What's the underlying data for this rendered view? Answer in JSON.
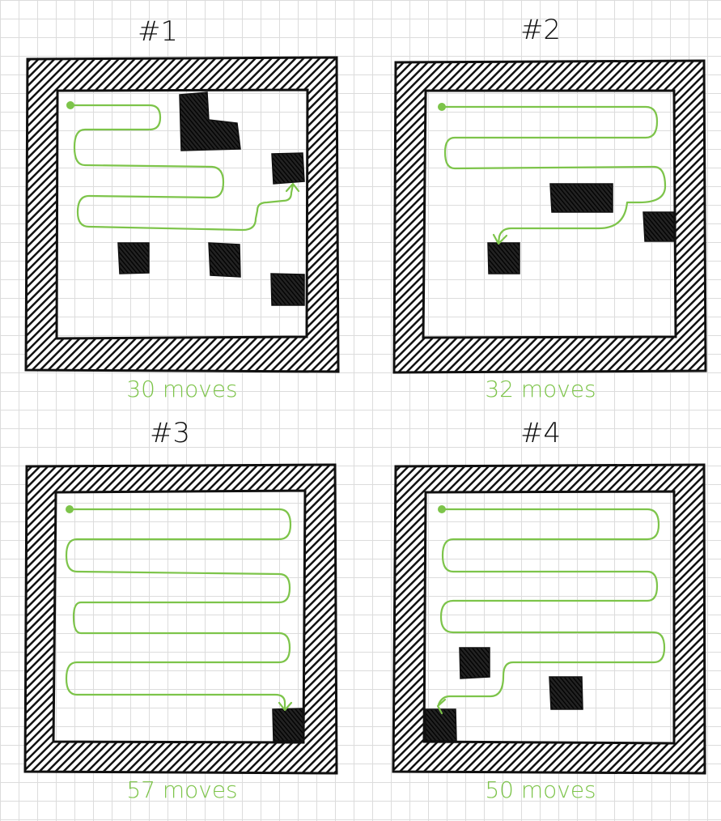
{
  "colors": {
    "wall": "#111111",
    "floor": "#ffffff",
    "path": "#7dc44a",
    "ink": "#111111"
  },
  "panels": [
    {
      "title": "#1",
      "moves": "30 moves"
    },
    {
      "title": "#2",
      "moves": "32 moves"
    },
    {
      "title": "#3",
      "moves": "57 moves"
    },
    {
      "title": "#4",
      "moves": "50 moves"
    }
  ]
}
